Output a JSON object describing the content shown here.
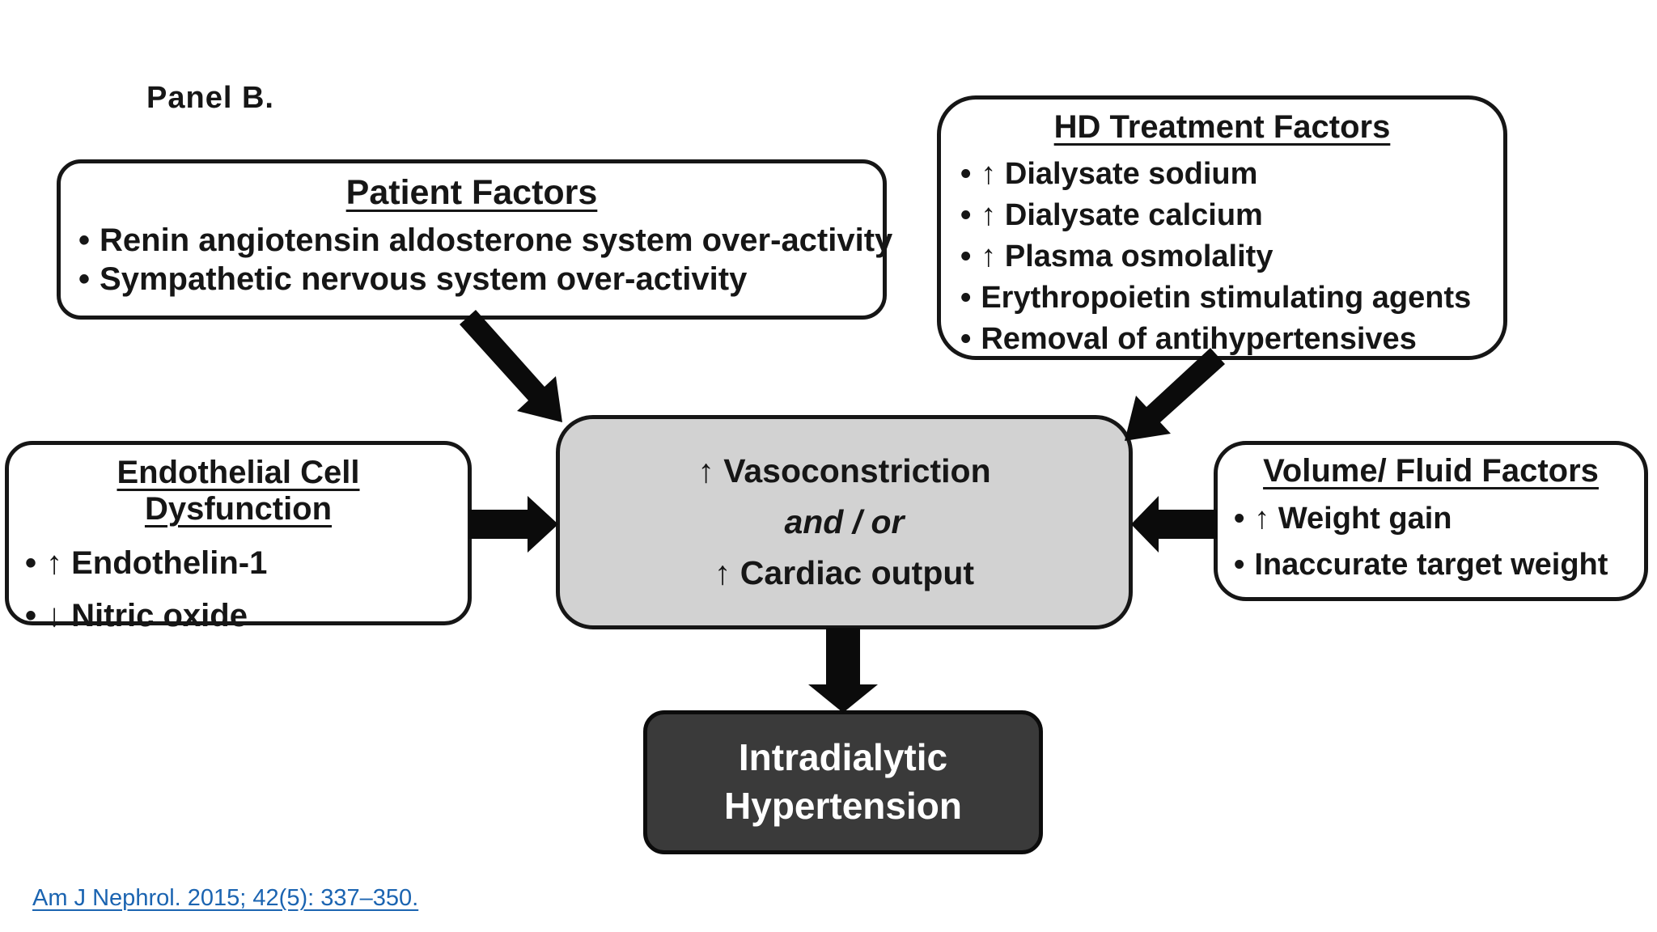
{
  "panel_label": "Panel B.",
  "glyphs": {
    "bullet": "•"
  },
  "boxes": {
    "patient": {
      "title": "Patient Factors",
      "items": [
        "Renin angiotensin aldosterone system over-activity",
        "Sympathetic nervous system over-activity"
      ]
    },
    "hd_treatment": {
      "title": "HD Treatment Factors",
      "items": [
        "↑ Dialysate sodium",
        "↑ Dialysate calcium",
        "↑ Plasma osmolality",
        "Erythropoietin stimulating agents",
        "Removal of antihypertensives"
      ]
    },
    "endothelial": {
      "title": "Endothelial Cell Dysfunction",
      "items": [
        "↑ Endothelin-1",
        "↓ Nitric oxide"
      ]
    },
    "volume_fluid": {
      "title": "Volume/ Fluid Factors",
      "items": [
        "↑ Weight gain",
        "Inaccurate target weight"
      ]
    },
    "central": {
      "line1": "↑ Vasoconstriction",
      "line2": "and / or",
      "line3": "↑ Cardiac output"
    },
    "outcome": {
      "line1": "Intradialytic",
      "line2": "Hypertension"
    }
  },
  "citation": {
    "text": "Am J Nephrol. 2015; 42(5): 337–350."
  },
  "colors": {
    "background": "#ffffff",
    "box_outline": "#161616",
    "central_fill": "#d2d2d2",
    "outcome_fill": "#3a3a3a",
    "outcome_text": "#ffffff",
    "arrow": "#0b0b0b",
    "link": "#1b64b1"
  }
}
